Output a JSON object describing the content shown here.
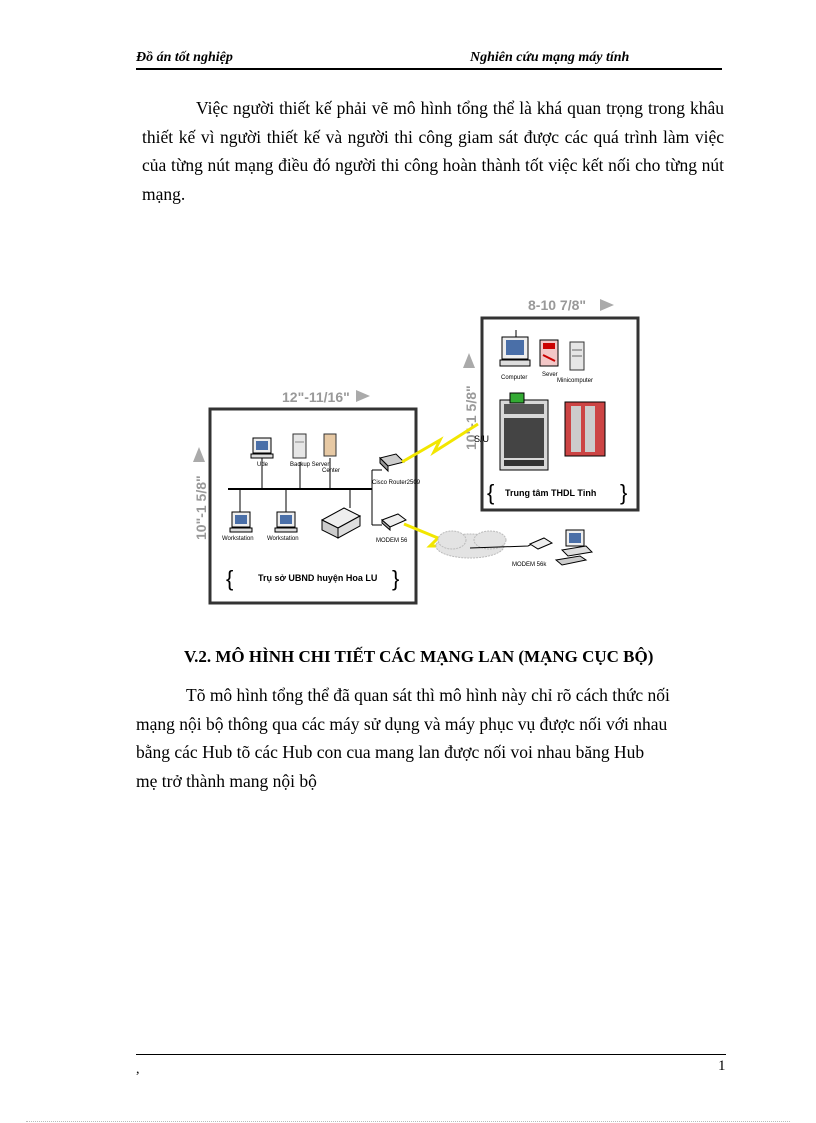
{
  "header": {
    "left": "Đồ án tốt nghiệp",
    "right": "Nghiên cứu mạng máy tính"
  },
  "intro": {
    "text": "Việc người thiết kế phải vẽ mô hình tổng thể là khá quan trọng trong khâu thiết kế vì người thiết kế và người thi công giam sát được các quá trình làm việc của từng nút mạng điều đó người thi công hoàn thành tốt việc kết nối cho từng nút mạng."
  },
  "diagram": {
    "left_box": {
      "width_label": "12\"-11/16\"",
      "height_label": "10\"-1 5/8\"",
      "title": "Trụ sở UBND huyện Hoa LU",
      "nodes": [
        "Ude",
        "Backup Server",
        "Center",
        "Cisco Router2509",
        "Workstation",
        "Workstation",
        "MODEM 56"
      ]
    },
    "right_box": {
      "width_label": "8-10 7/8\"",
      "height_label": "10\"-1 5/8\"",
      "title": "Trung tâm THDL Tỉnh",
      "nodes": [
        "Computer",
        "Sever",
        "Minicomputer"
      ]
    },
    "link_label": "S/U",
    "remote_modem": "MODEM 56k"
  },
  "section": {
    "heading": "V.2. MÔ HÌNH CHI TIẾT CÁC MẠNG LAN (MẠNG CỤC BỘ)",
    "lines": [
      "Tõ mô hình tổng thể đã quan sát thì mô hình này chỉ rõ cách thức nối",
      "mạng nội bộ thông qua các máy sử dụng và máy phục vụ được nối với nhau",
      "bằng các Hub tõ các Hub con cua mang lan được nối voi nhau băng Hub",
      "mẹ trở thành mang nội bộ"
    ]
  },
  "footer": {
    "mark": ",",
    "page": "1"
  }
}
